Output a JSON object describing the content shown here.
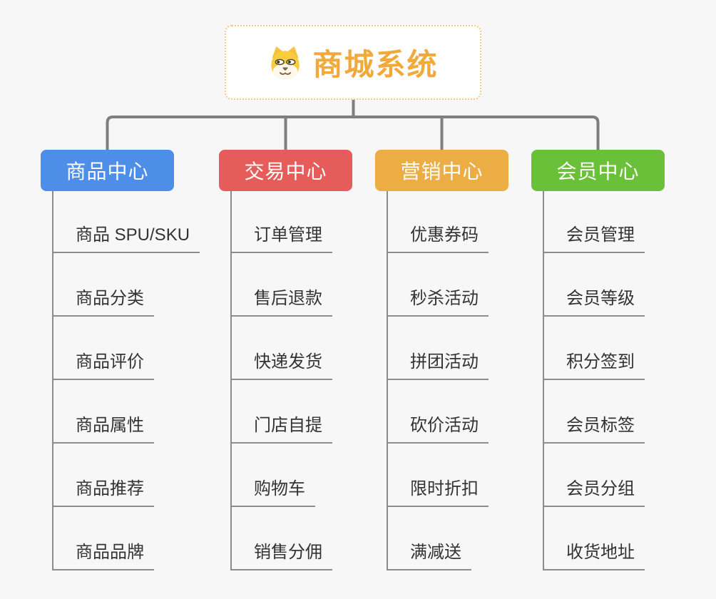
{
  "root": {
    "title": "商城系统",
    "icon": "dog-face-icon"
  },
  "branches": [
    {
      "label": "商品中心",
      "color": "#4D8FE8",
      "items": [
        "商品 SPU/SKU",
        "商品分类",
        "商品评价",
        "商品属性",
        "商品推荐",
        "商品品牌"
      ]
    },
    {
      "label": "交易中心",
      "color": "#E65C5A",
      "items": [
        "订单管理",
        "售后退款",
        "快递发货",
        "门店自提",
        "购物车",
        "销售分佣"
      ]
    },
    {
      "label": "营销中心",
      "color": "#EBAD44",
      "items": [
        "优惠券码",
        "秒杀活动",
        "拼团活动",
        "砍价活动",
        "限时折扣",
        "满减送"
      ]
    },
    {
      "label": "会员中心",
      "color": "#6BC03A",
      "items": [
        "会员管理",
        "会员等级",
        "积分签到",
        "会员标签",
        "会员分组",
        "收货地址"
      ]
    }
  ],
  "colors": {
    "bg": "#F7F7F7",
    "connector": "#7F7F7F",
    "subline": "#8C8C8C",
    "text": "#333333",
    "rootText": "#F2A93C",
    "rootBorder": "#F5C97E"
  }
}
